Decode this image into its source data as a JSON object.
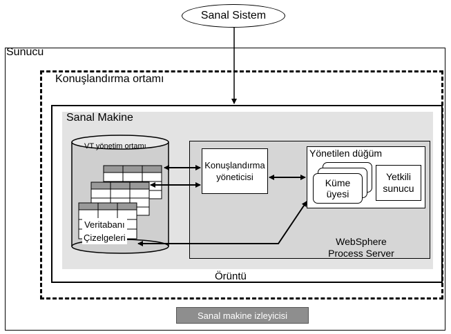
{
  "virtual_system": "Sanal Sistem",
  "server": "Sunucu",
  "deployment_environment": "Konuşlandırma ortamı",
  "pattern": "Örüntü",
  "virtual_machine": "Sanal Makine",
  "vm_admin_env": "VT yönetim ortamı",
  "db_tables": {
    "line1": "Veritabanı",
    "line2": "Çizelgeleri"
  },
  "deployment_manager": {
    "line1": "Konuşlandırma",
    "line2": "yöneticisi"
  },
  "managed_node": "Yönetilen düğüm",
  "cluster_member": {
    "line1": "Küme",
    "line2": "üyesi"
  },
  "authorized_server": {
    "line1": "Yetkili",
    "line2": "sunucu"
  },
  "websphere": {
    "line1": "WebSphere",
    "line2": "Process Server"
  },
  "vm_monitor": "Sanal makine izleyicisi"
}
